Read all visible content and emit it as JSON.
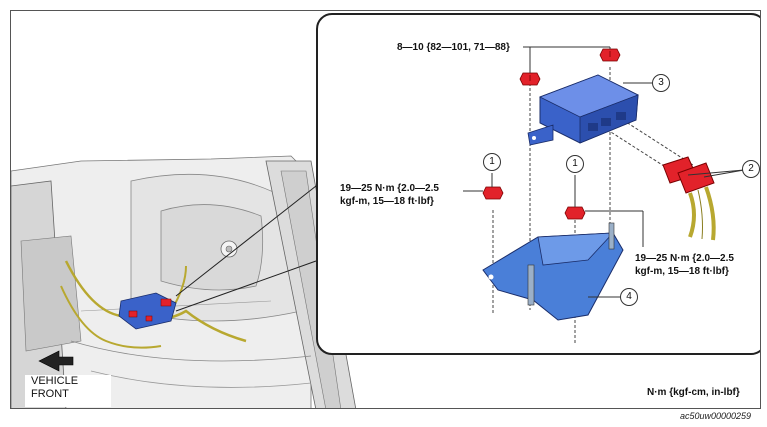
{
  "torque_labels": {
    "top": "8—10 {82—101, 71—88}",
    "left_line1": "19—25 N·m {2.0—2.5",
    "left_line2": "kgf-m, 15—18 ft·lbf}",
    "right_line1": "19—25 N·m {2.0—2.5",
    "right_line2": "kgf-m, 15—18 ft·lbf}"
  },
  "callouts": {
    "c1a": "1",
    "c1b": "1",
    "c2": "2",
    "c3": "3",
    "c4": "4"
  },
  "vehicle_front": {
    "line1": "VEHICLE",
    "line2": "FRONT"
  },
  "units": "N·m {kgf-cm, in-lbf}",
  "figure_code": "ac50uw00000259",
  "colors": {
    "module_blue": "#3a62c9",
    "bracket_blue": "#4a7fd8",
    "connector_red": "#e2222a",
    "harness_yellow": "#b8a830"
  }
}
